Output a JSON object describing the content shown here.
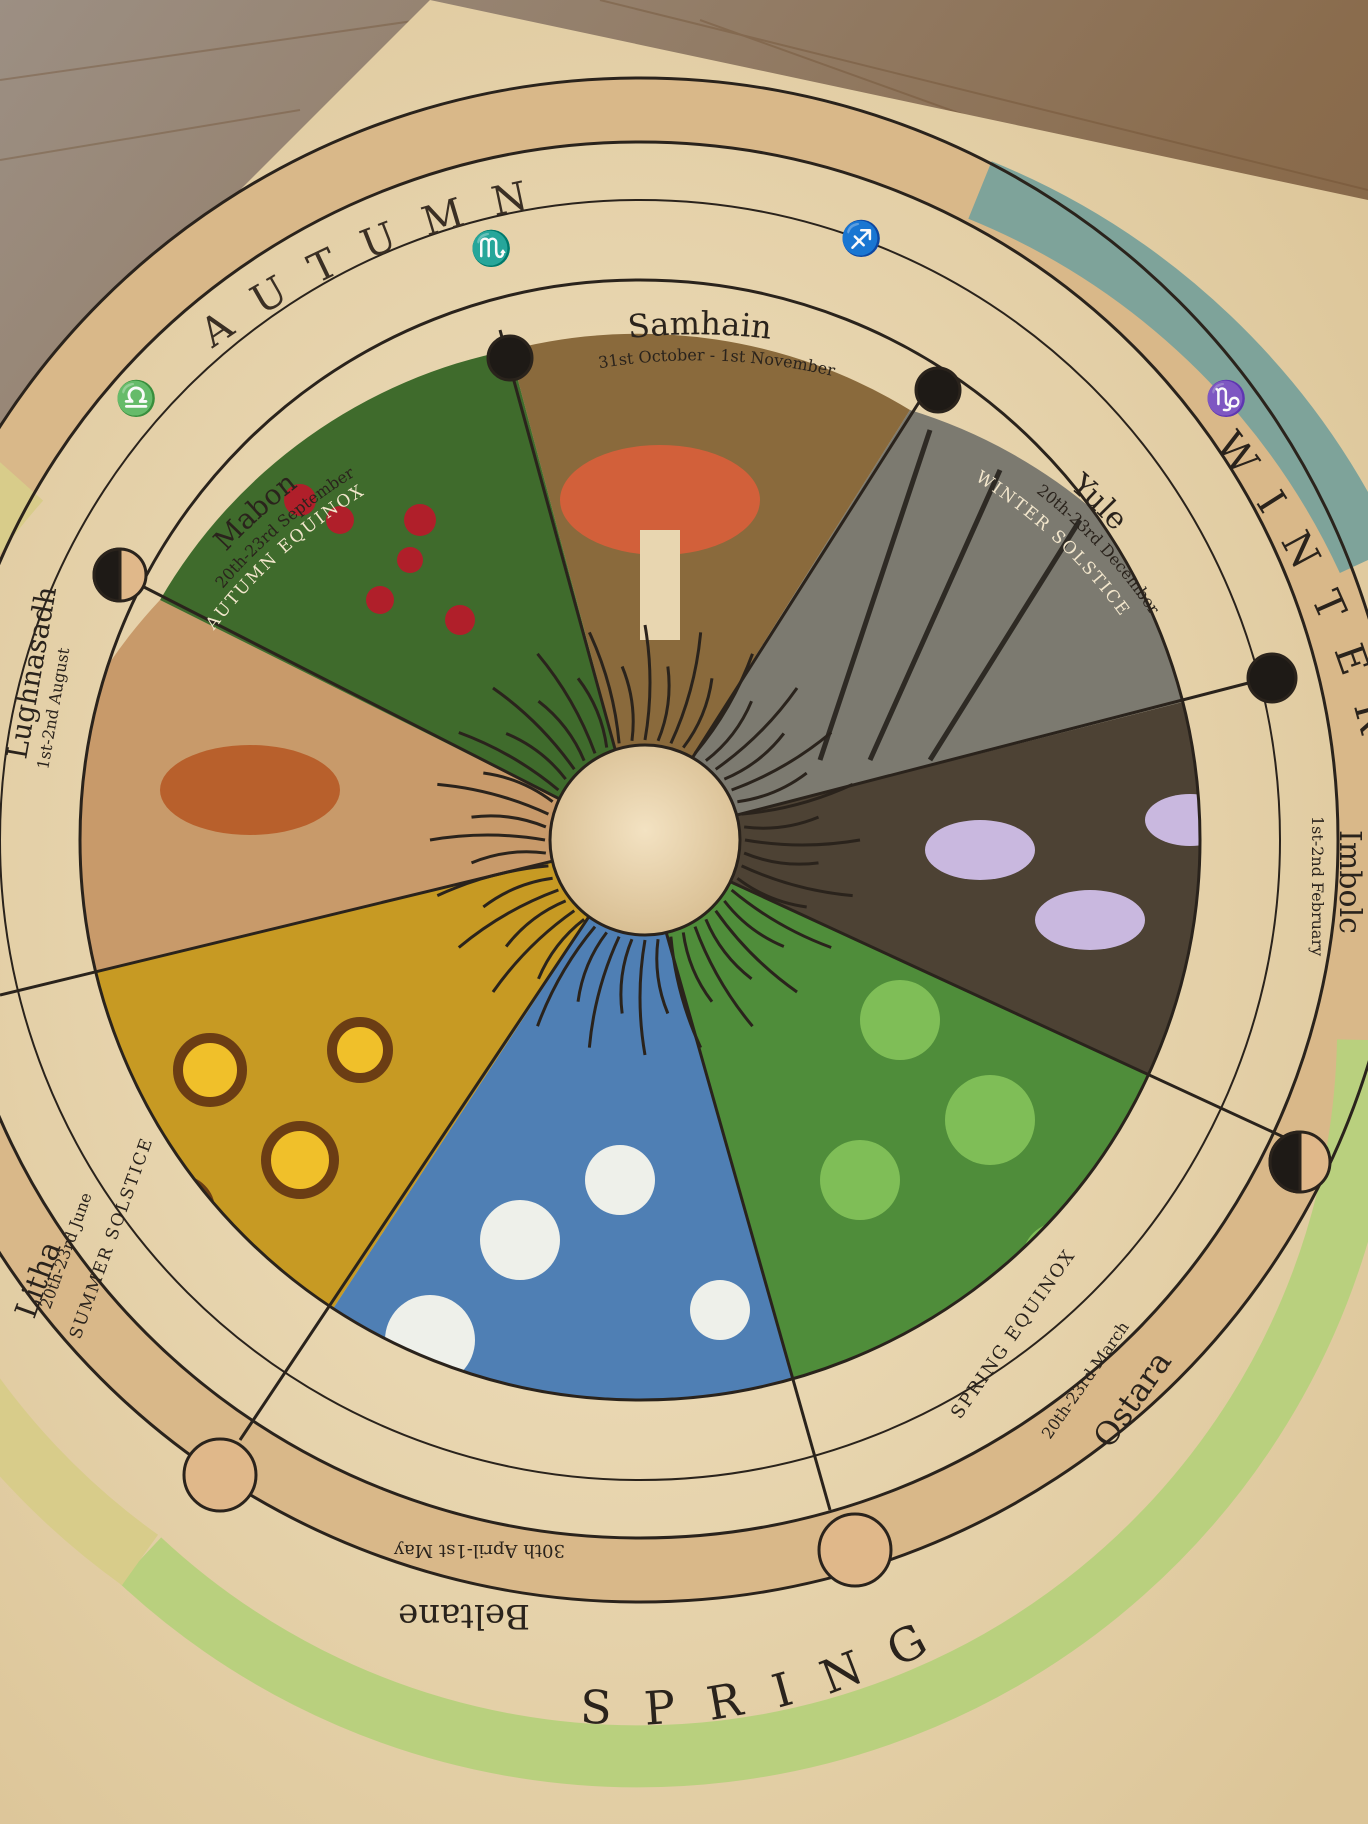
{
  "seasons": {
    "autumn": "AUTUMN",
    "winter": "WINTER",
    "spring": "SPRING"
  },
  "zodiac": {
    "scorpio": "♏",
    "sagittarius": "♐",
    "libra": "♎",
    "capricorn": "♑"
  },
  "festivals": {
    "samhain": {
      "name": "Samhain",
      "date": "31st October - 1st November"
    },
    "yule": {
      "name": "Yule",
      "date": "20th-23rd December",
      "event": "WINTER SOLSTICE"
    },
    "mabon": {
      "name": "Mabon",
      "date": "20th-23rd September",
      "event": "AUTUMN EQUINOX"
    },
    "imbolc": {
      "name": "Imbolc",
      "date": "1st-2nd February"
    },
    "ostara": {
      "name": "Ostara",
      "date": "20th-23rd March",
      "event": "SPRING EQUINOX"
    },
    "beltane": {
      "name": "Beltane",
      "date": "30th April-1st May"
    },
    "litha": {
      "name": "Litha",
      "date": "20th-23rd June",
      "event": "SUMMER SOLSTICE"
    },
    "lughnasadh": {
      "name": "Lughnasadh",
      "date": "1st-2nd August"
    }
  },
  "photos": {
    "samhain": "mushroom-photo",
    "yule": "bare-forest-photo",
    "imbolc": "crocus-photo",
    "ostara": "clover-photo",
    "beltane": "blossom-photo",
    "litha": "sunflower-photo",
    "lughnasadh": "butterfly-wheat-photo",
    "mabon": "hawthorn-berries-photo"
  },
  "colors": {
    "autumn_band": "#d9b889",
    "winter_band": "#7ea39a",
    "spring_band": "#b9d07e",
    "summer_band": "#d8cc8a",
    "paper": "#eddcb8",
    "ink": "#2a231c"
  }
}
